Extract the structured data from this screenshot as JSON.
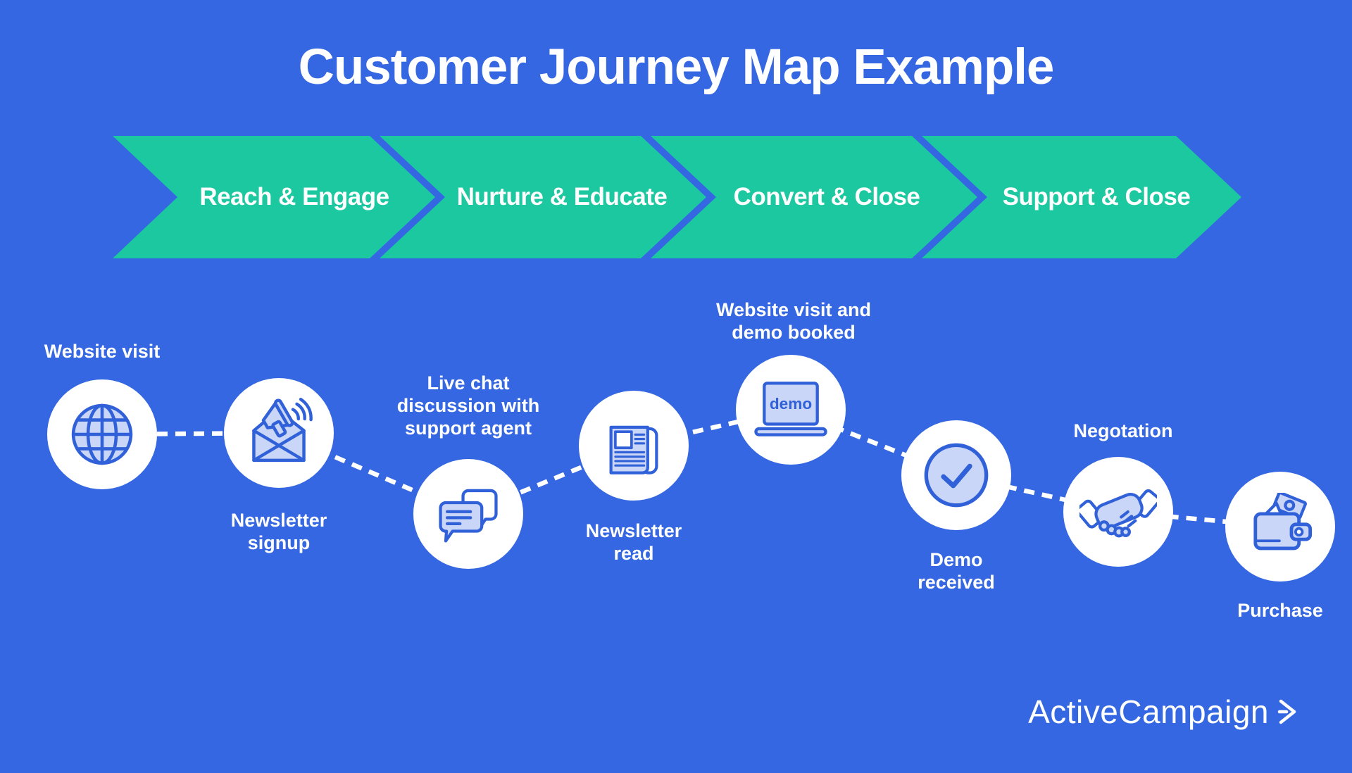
{
  "title": "Customer Journey Map Example",
  "stages": [
    {
      "label": "Reach & Engage"
    },
    {
      "label": "Nurture & Educate"
    },
    {
      "label": "Convert & Close"
    },
    {
      "label": "Support & Close"
    }
  ],
  "journey": {
    "steps": [
      {
        "label": "Website visit",
        "icon": "globe-icon",
        "label_position": "above"
      },
      {
        "label": "Newsletter\nsignup",
        "icon": "newsletter-megaphone-icon",
        "label_position": "below"
      },
      {
        "label": "Live chat\ndiscussion with\nsupport agent",
        "icon": "chat-bubbles-icon",
        "label_position": "above"
      },
      {
        "label": "Newsletter\nread",
        "icon": "newspaper-icon",
        "label_position": "below"
      },
      {
        "label": "Website visit and\ndemo booked",
        "icon": "laptop-demo-icon",
        "icon_text": "demo",
        "label_position": "above"
      },
      {
        "label": "Demo\nreceived",
        "icon": "checkmark-circle-icon",
        "label_position": "below"
      },
      {
        "label": "Negotation",
        "icon": "handshake-icon",
        "label_position": "above"
      },
      {
        "label": "Purchase",
        "icon": "wallet-icon",
        "label_position": "below"
      }
    ]
  },
  "branding": {
    "logo_text": "ActiveCampaign",
    "logo_mark": "forward-chevron"
  },
  "colors": {
    "background": "#3567E2",
    "stage_fill": "#1CC8A0",
    "node_fill": "#FFFFFF",
    "icon_stroke": "#3161D9",
    "icon_fill": "#C9D6F7",
    "text": "#FFFFFF"
  }
}
